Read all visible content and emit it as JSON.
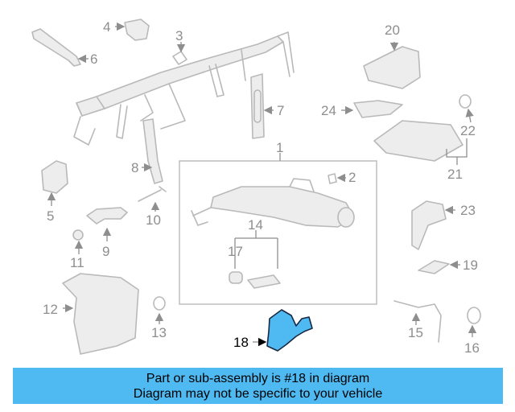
{
  "labels": {
    "p1": "1",
    "p2": "2",
    "p3": "3",
    "p4": "4",
    "p5": "5",
    "p6": "6",
    "p7": "7",
    "p8": "8",
    "p9": "9",
    "p10": "10",
    "p11": "11",
    "p12": "12",
    "p13": "13",
    "p14": "14",
    "p15": "15",
    "p16": "16",
    "p17": "17",
    "p18": "18",
    "p19": "19",
    "p20": "20",
    "p21": "21",
    "p22": "22",
    "p23": "23",
    "p24": "24"
  },
  "highlight": {
    "part": "18",
    "color": "#4fb9f2"
  },
  "banner": {
    "line1": "Part or sub-assembly is #18 in diagram",
    "line2": "Diagram may not be specific to your vehicle",
    "color": "#4fb9f2"
  }
}
